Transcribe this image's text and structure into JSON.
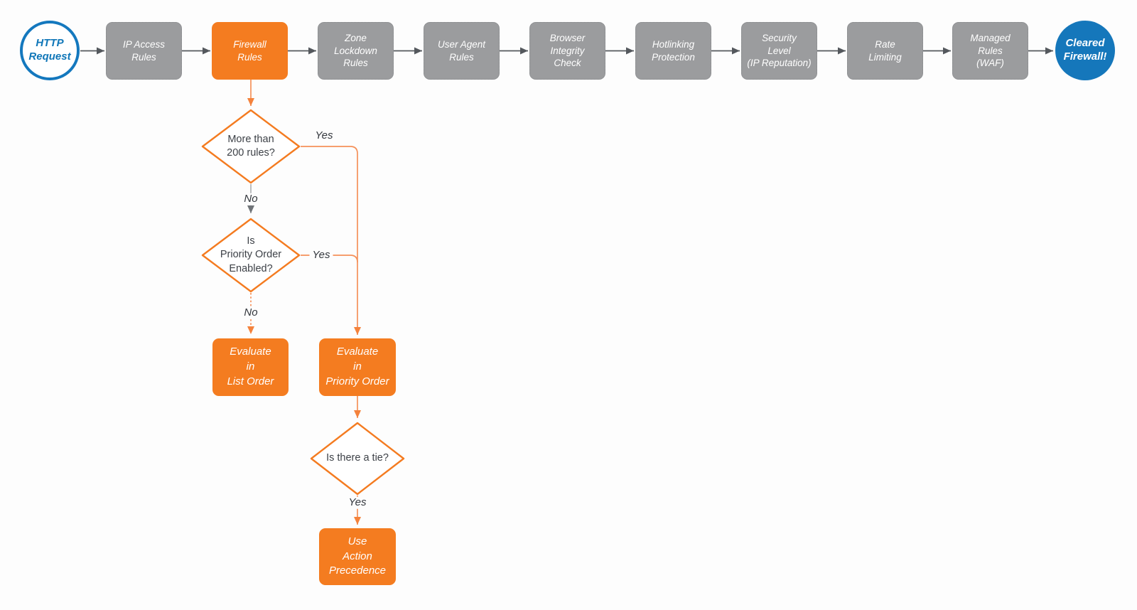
{
  "diagram": {
    "title": "Cloudflare firewall request evaluation flowchart",
    "start_node": {
      "label": "HTTP\nRequest"
    },
    "end_node": {
      "label": "Cleared\nFirewall!"
    },
    "pipeline": [
      {
        "label": "IP Access\nRules",
        "highlighted": false
      },
      {
        "label": "Firewall\nRules",
        "highlighted": true
      },
      {
        "label": "Zone\nLockdown\nRules",
        "highlighted": false
      },
      {
        "label": "User Agent\nRules",
        "highlighted": false
      },
      {
        "label": "Browser\nIntegrity\nCheck",
        "highlighted": false
      },
      {
        "label": "Hotlinking\nProtection",
        "highlighted": false
      },
      {
        "label": "Security\nLevel\n(IP Reputation)",
        "highlighted": false
      },
      {
        "label": "Rate\nLimiting",
        "highlighted": false
      },
      {
        "label": "Managed\nRules\n(WAF)",
        "highlighted": false
      }
    ],
    "decisions": [
      {
        "label": "More than\n200 rules?"
      },
      {
        "label": "Is\nPriority Order\nEnabled?"
      },
      {
        "label": "Is there a tie?"
      }
    ],
    "actions": [
      {
        "label": "Evaluate\nin\nList Order"
      },
      {
        "label": "Evaluate\nin\nPriority Order"
      },
      {
        "label": "Use\nAction\nPrecedence"
      }
    ],
    "edge_labels": [
      {
        "text": "Yes"
      },
      {
        "text": "No"
      },
      {
        "text": "Yes"
      },
      {
        "text": "No"
      },
      {
        "text": "Yes"
      }
    ],
    "colors": {
      "orange_fill": "#F47C20",
      "orange_line": "#F5915A",
      "orange_arrowhead": "#F4823C",
      "gray_fill": "#9B9C9E",
      "dark_arrow": "#54585D",
      "gray_line": "#ACAEB0",
      "blue": "#1478BE",
      "blue_fill": "#1577BB",
      "text_dark": "#3D4147",
      "background": "#FDFDFD"
    }
  }
}
